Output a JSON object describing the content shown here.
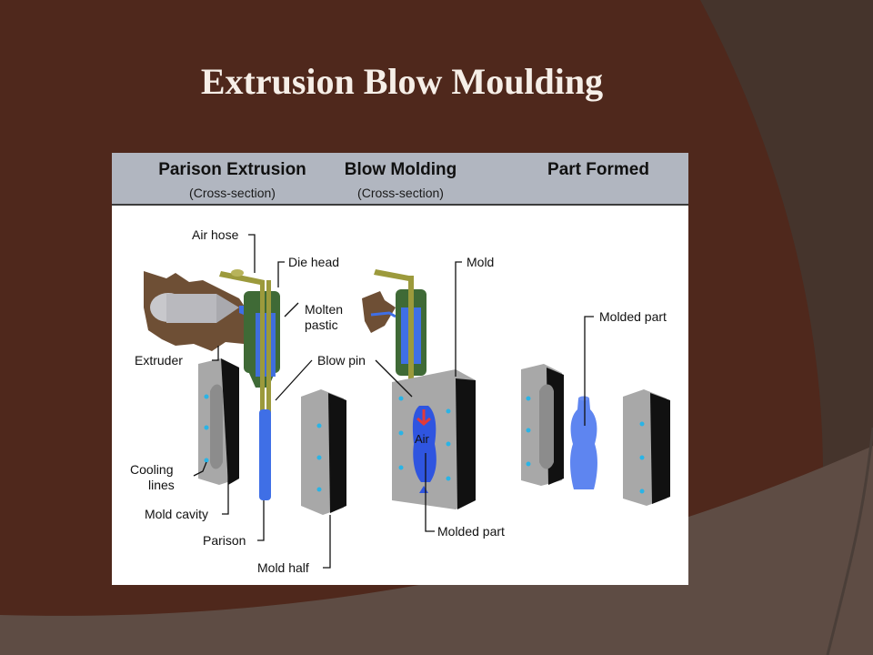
{
  "slide": {
    "title": "Extrusion Blow Moulding",
    "colors": {
      "background": "#4f281c",
      "accent_swoosh": "#45342c",
      "footer_band": "#5e4c44",
      "title_text": "#f6efe8",
      "figure_header": "#b1b6c0"
    }
  },
  "figure": {
    "columns": [
      {
        "title": "Parison Extrusion",
        "subtitle": "(Cross-section)"
      },
      {
        "title": "Blow Molding",
        "subtitle": "(Cross-section)"
      },
      {
        "title": "Part Formed",
        "subtitle": ""
      }
    ],
    "labels": {
      "air_hose": "Air hose",
      "die_head": "Die head",
      "molten_plastic": "Molten pastic",
      "molten_line1": "Molten",
      "molten_line2": "pastic",
      "extruder": "Extruder",
      "blow_pin": "Blow pin",
      "cooling_line1": "Cooling",
      "cooling_line2": "lines",
      "mold_cavity": "Mold cavity",
      "parison": "Parison",
      "mold_half": "Mold half",
      "mold": "Mold",
      "air": "Air",
      "molded_part_blow": "Molded part",
      "molded_part_formed": "Molded part"
    },
    "colors": {
      "parison_blue": "#3f6fe6",
      "die_green": "#3f6a36",
      "pin_olive": "#9c9a3c",
      "extruder_brown": "#6e4f35",
      "mold_gray": "#a8a8a8",
      "cooling_dot": "#2ab4e6",
      "air_arrow": "#e23a3a"
    }
  }
}
